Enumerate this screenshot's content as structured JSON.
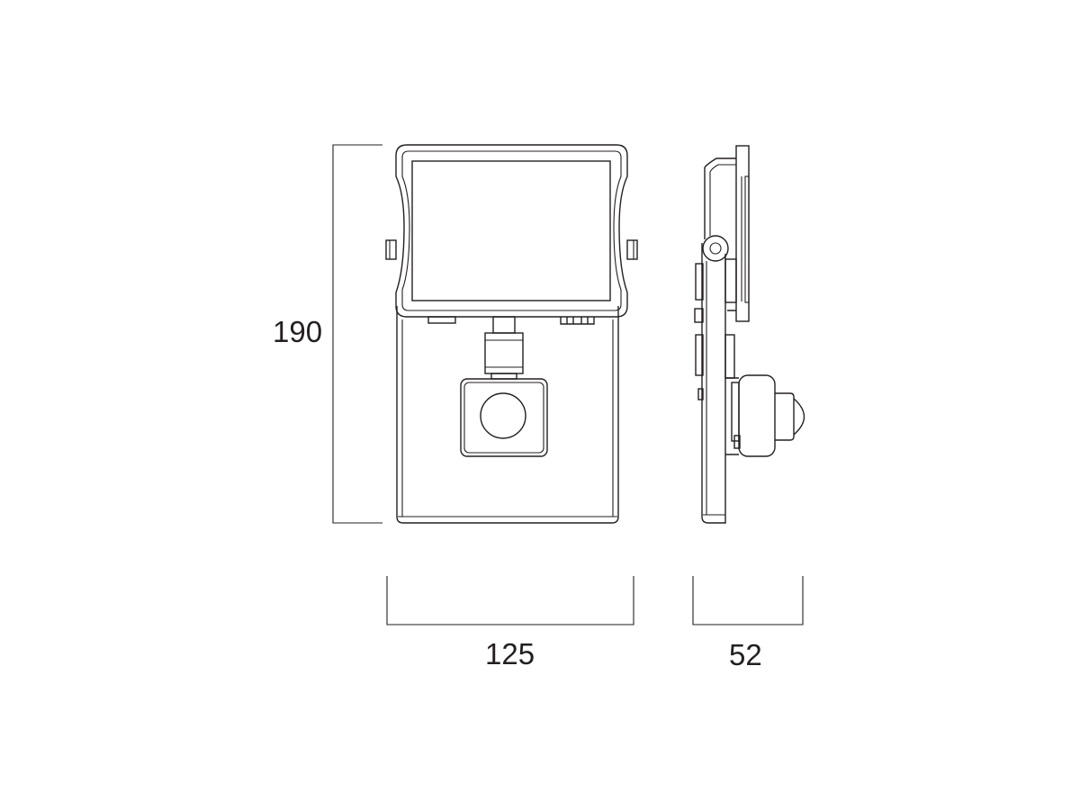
{
  "dimensions": {
    "height_label": "190",
    "width_label": "125",
    "depth_label": "52"
  },
  "colors": {
    "stroke": "#231f20",
    "background": "#ffffff"
  }
}
